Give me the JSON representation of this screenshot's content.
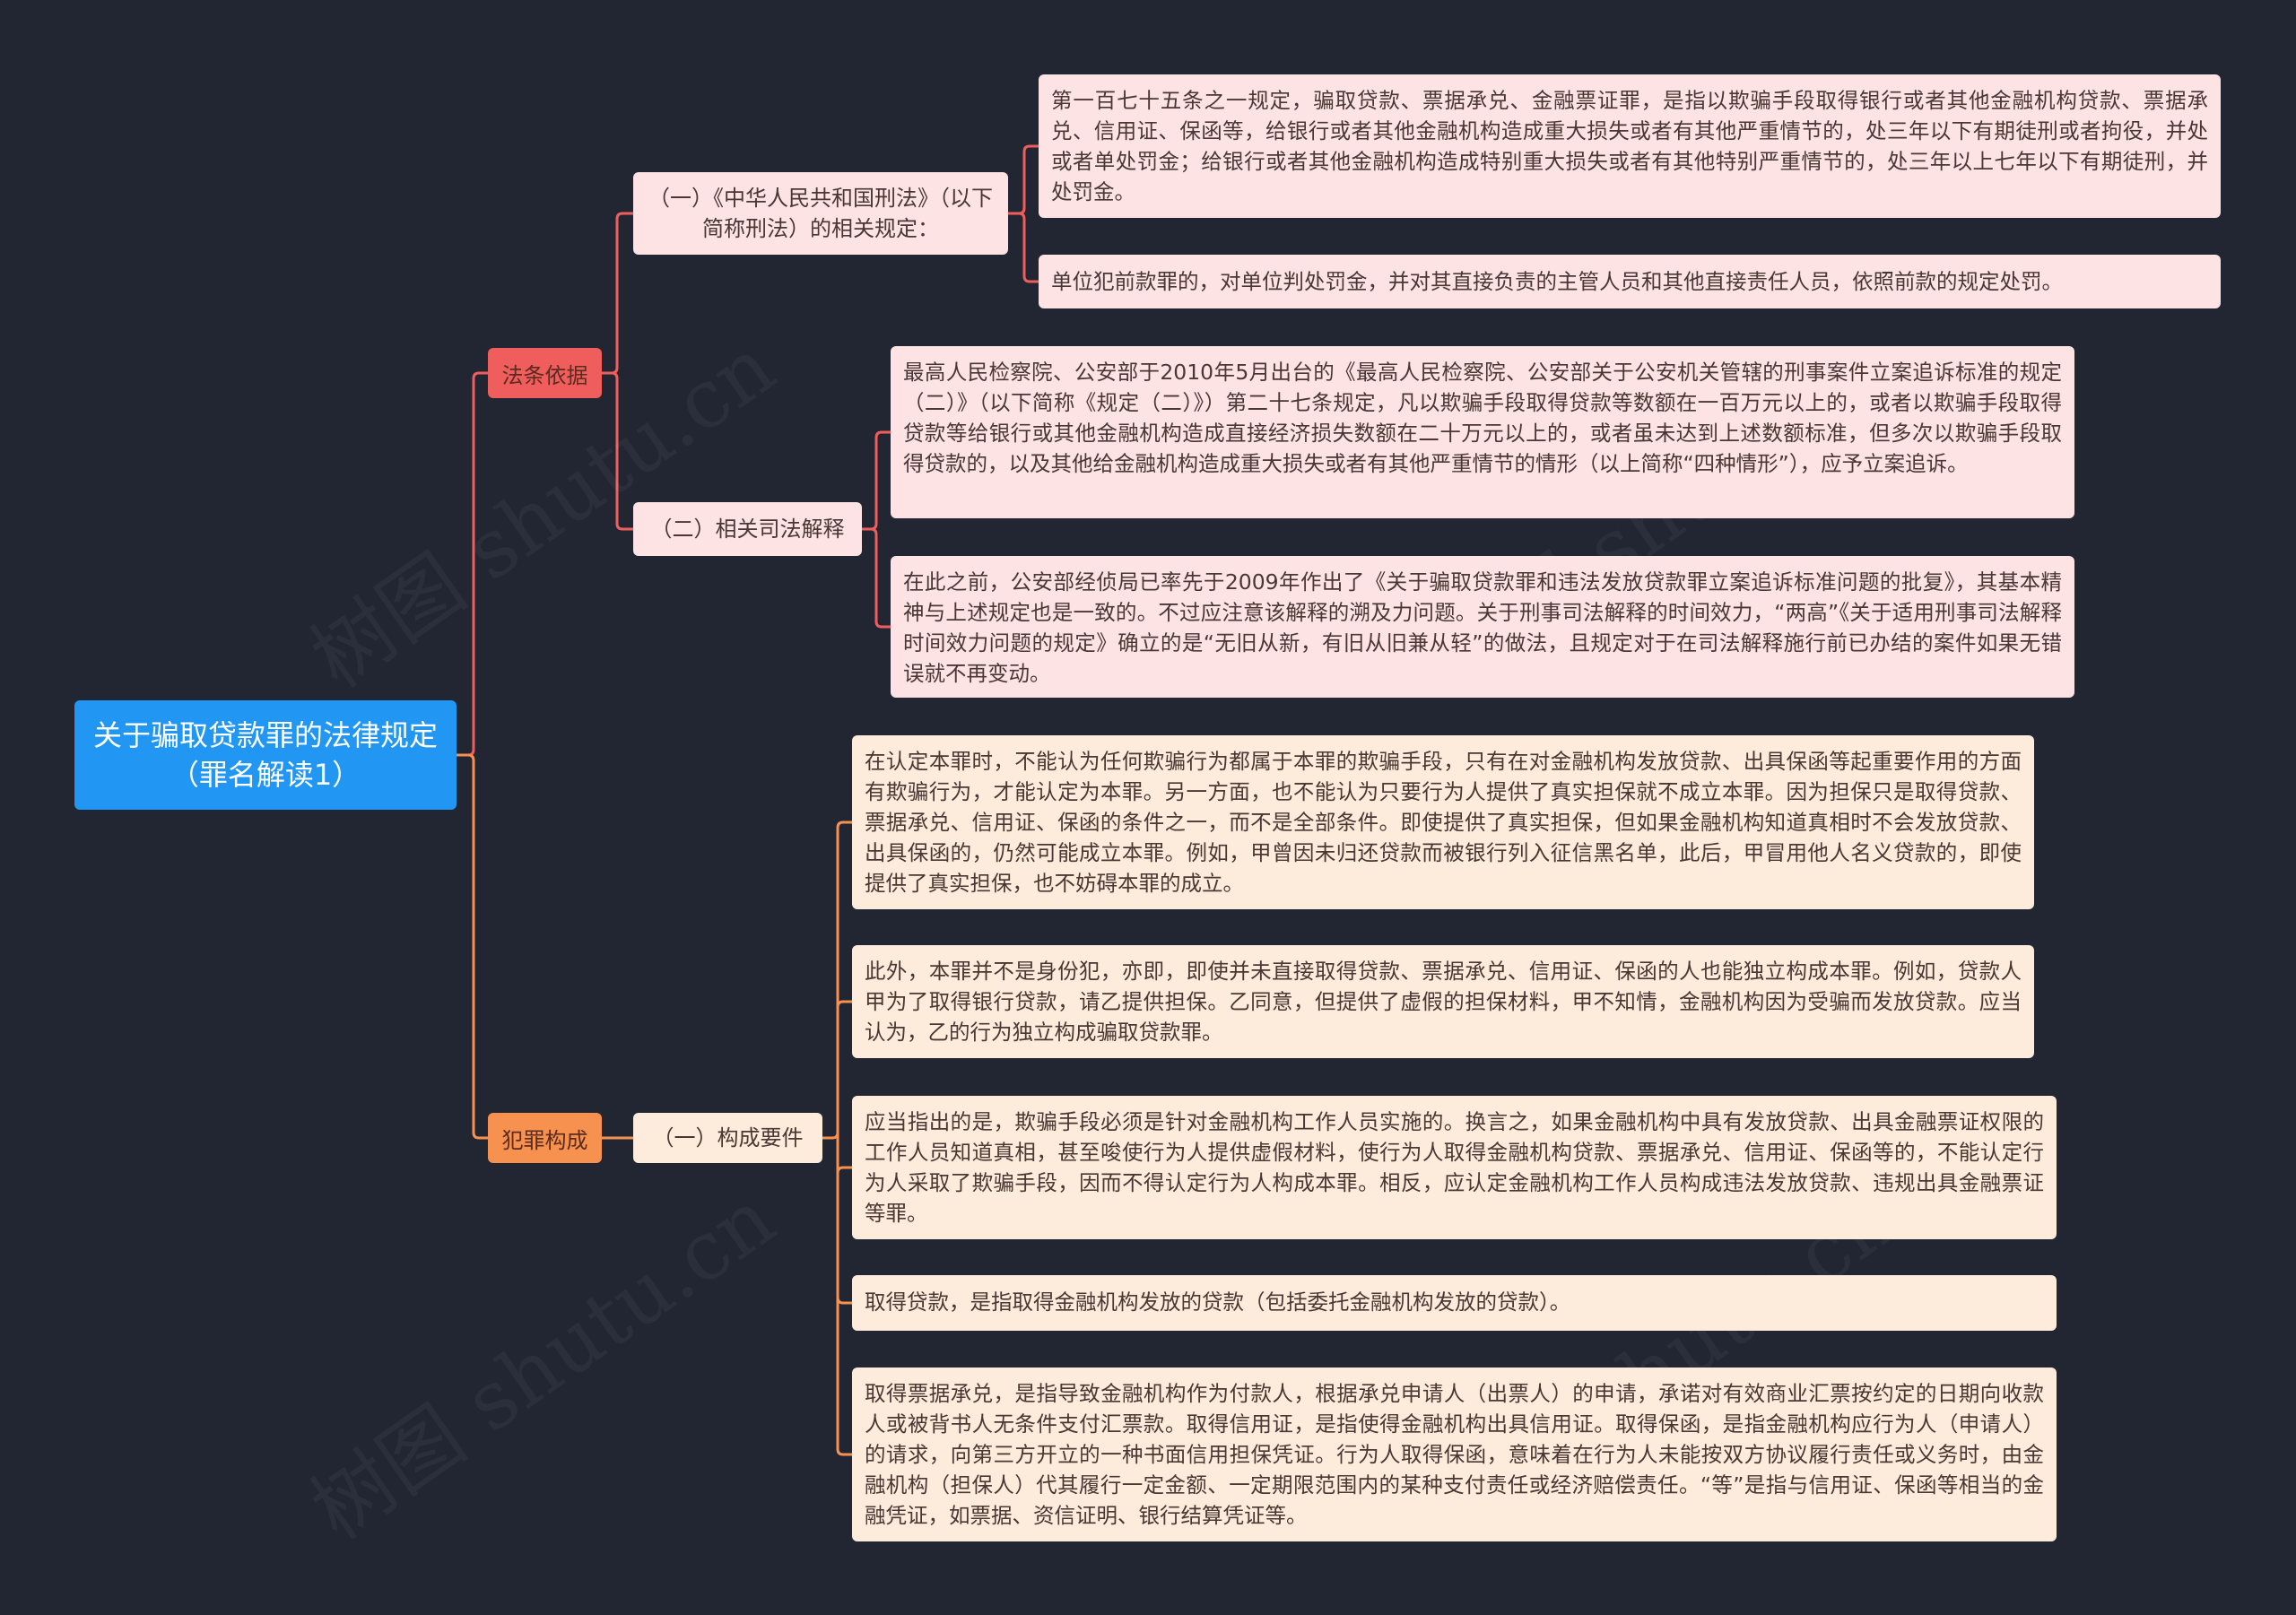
{
  "root": {
    "label": "关于骗取贷款罪的法律规定（罪名解读1）"
  },
  "branches": {
    "law_basis": {
      "label": "法条依据",
      "color": "#f05d5d",
      "subs": [
        {
          "label": "（一）《中华人民共和国刑法》（以下简称刑法）的相关规定：",
          "leaves": [
            "第一百七十五条之一规定，骗取贷款、票据承兑、金融票证罪，是指以欺骗手段取得银行或者其他金融机构贷款、票据承兑、信用证、保函等，给银行或者其他金融机构造成重大损失或者有其他严重情节的，处三年以下有期徒刑或者拘役，并处或者单处罚金；给银行或者其他金融机构造成特别重大损失或者有其他特别严重情节的，处三年以上七年以下有期徒刑，并处罚金。",
            "单位犯前款罪的，对单位判处罚金，并对其直接负责的主管人员和其他直接责任人员，依照前款的规定处罚。"
          ]
        },
        {
          "label": "（二）相关司法解释",
          "leaves": [
            "最高人民检察院、公安部于2010年5月出台的《最高人民检察院、公安部关于公安机关管辖的刑事案件立案追诉标准的规定（二）》（以下简称《规定（二）》）第二十七条规定，凡以欺骗手段取得贷款等数额在一百万元以上的，或者以欺骗手段取得贷款等给银行或其他金融机构造成直接经济损失数额在二十万元以上的，或者虽未达到上述数额标准，但多次以欺骗手段取得贷款的，以及其他给金融机构造成重大损失或者有其他严重情节的情形（以上简称“四种情形”），应予立案追诉。",
            "在此之前，公安部经侦局已率先于2009年作出了《关于骗取贷款罪和违法发放贷款罪立案追诉标准问题的批复》，其基本精神与上述规定也是一致的。不过应注意该解释的溯及力问题。关于刑事司法解释的时间效力，“两高”《关于适用刑事司法解释时间效力问题的规定》确立的是“无旧从新，有旧从旧兼从轻”的做法，且规定对于在司法解释施行前已办结的案件如果无错误就不再变动。"
          ]
        }
      ]
    },
    "crime_constitution": {
      "label": "犯罪构成",
      "color": "#f7914f",
      "subs": [
        {
          "label": "（一）构成要件",
          "leaves": [
            "在认定本罪时，不能认为任何欺骗行为都属于本罪的欺骗手段，只有在对金融机构发放贷款、出具保函等起重要作用的方面有欺骗行为，才能认定为本罪。另一方面，也不能认为只要行为人提供了真实担保就不成立本罪。因为担保只是取得贷款、票据承兑、信用证、保函的条件之一，而不是全部条件。即使提供了真实担保，但如果金融机构知道真相时不会发放贷款、出具保函的，仍然可能成立本罪。例如，甲曾因未归还贷款而被银行列入征信黑名单，此后，甲冒用他人名义贷款的，即使提供了真实担保，也不妨碍本罪的成立。",
            "此外，本罪并不是身份犯，亦即，即使并未直接取得贷款、票据承兑、信用证、保函的人也能独立构成本罪。例如，贷款人甲为了取得银行贷款，请乙提供担保。乙同意，但提供了虚假的担保材料，甲不知情，金融机构因为受骗而发放贷款。应当认为，乙的行为独立构成骗取贷款罪。",
            "应当指出的是，欺骗手段必须是针对金融机构工作人员实施的。换言之，如果金融机构中具有发放贷款、出具金融票证权限的工作人员知道真相，甚至唆使行为人提供虚假材料，使行为人取得金融机构贷款、票据承兑、信用证、保函等的，不能认定行为人采取了欺骗手段，因而不得认定行为人构成本罪。相反，应认定金融机构工作人员构成违法发放贷款、违规出具金融票证等罪。",
            "取得贷款，是指取得金融机构发放的贷款（包括委托金融机构发放的贷款）。",
            "取得票据承兑，是指导致金融机构作为付款人，根据承兑申请人（出票人）的申请，承诺对有效商业汇票按约定的日期向收款人或被背书人无条件支付汇票款。取得信用证，是指使得金融机构出具信用证。取得保函，是指金融机构应行为人（申请人）的请求，向第三方开立的一种书面信用担保凭证。行为人取得保函，意味着在行为人未能按双方协议履行责任或义务时，由金融机构（担保人）代其履行一定金额、一定期限范围内的某种支付责任或经济赔偿责任。“等”是指与信用证、保函等相当的金融凭证，如票据、资信证明、银行结算凭证等。"
          ]
        }
      ]
    }
  },
  "watermark": "树图 shutu.cn",
  "colors": {
    "background": "#222633",
    "root": "#2196f3",
    "law_line": "#f05d5d",
    "crime_line": "#f7914f",
    "law_box": "#fde3e3",
    "crime_box": "#fdebdc"
  }
}
